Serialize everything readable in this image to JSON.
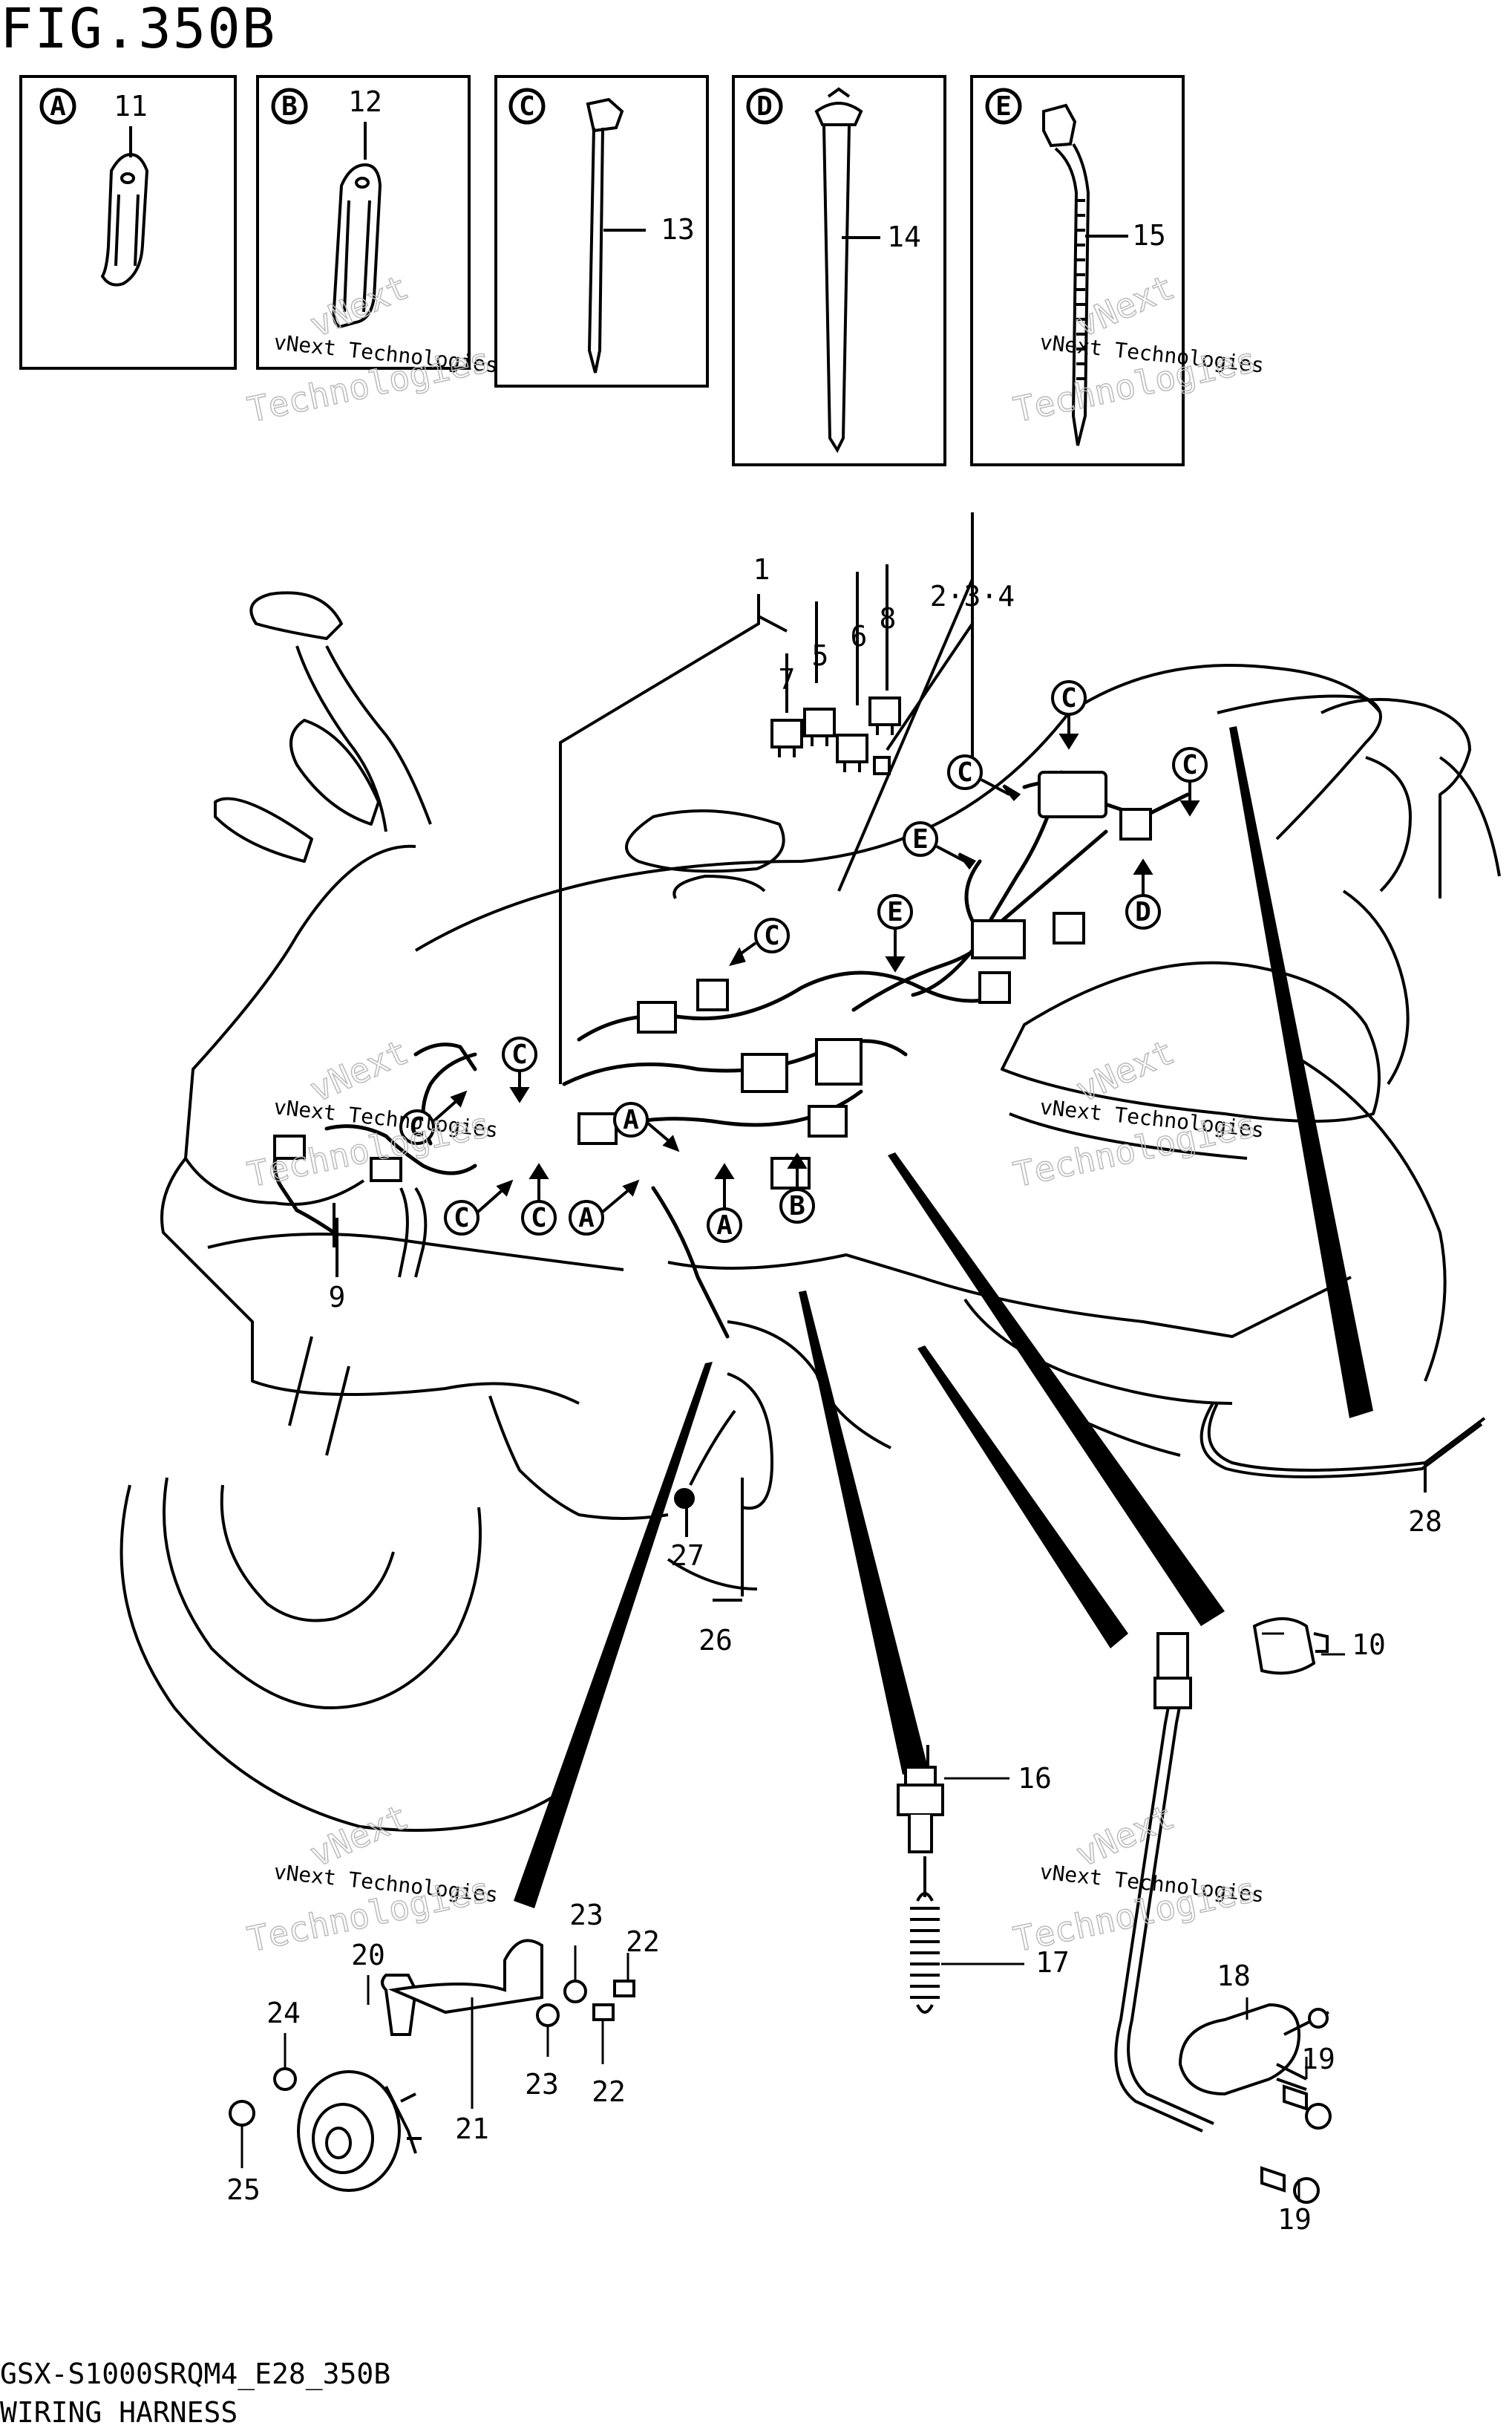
{
  "figure": {
    "title": "FIG.350B",
    "code": "GSX-S1000SRQM4_E28_350B",
    "name": "WIRING HARNESS"
  },
  "watermark": {
    "line1": "vNext Technologies",
    "line2": "Technologies",
    "big": "vNext"
  },
  "insets": [
    {
      "letter": "A",
      "part": "11"
    },
    {
      "letter": "B",
      "part": "12"
    },
    {
      "letter": "C",
      "part": "13"
    },
    {
      "letter": "D",
      "part": "14"
    },
    {
      "letter": "E",
      "part": "15"
    }
  ],
  "parts": {
    "p1": "1",
    "p234": "2·3·4",
    "p5": "5",
    "p6": "6",
    "p7": "7",
    "p8": "8",
    "p9": "9",
    "p10": "10",
    "p16": "16",
    "p17": "17",
    "p18": "18",
    "p19a": "19",
    "p19b": "19",
    "p20": "20",
    "p21": "21",
    "p22a": "22",
    "p22b": "22",
    "p23a": "23",
    "p23b": "23",
    "p24": "24",
    "p25": "25",
    "p26": "26",
    "p27": "27",
    "p28": "28"
  },
  "markers": {
    "a": "A",
    "b": "B",
    "c": "C",
    "d": "D",
    "e": "E"
  }
}
